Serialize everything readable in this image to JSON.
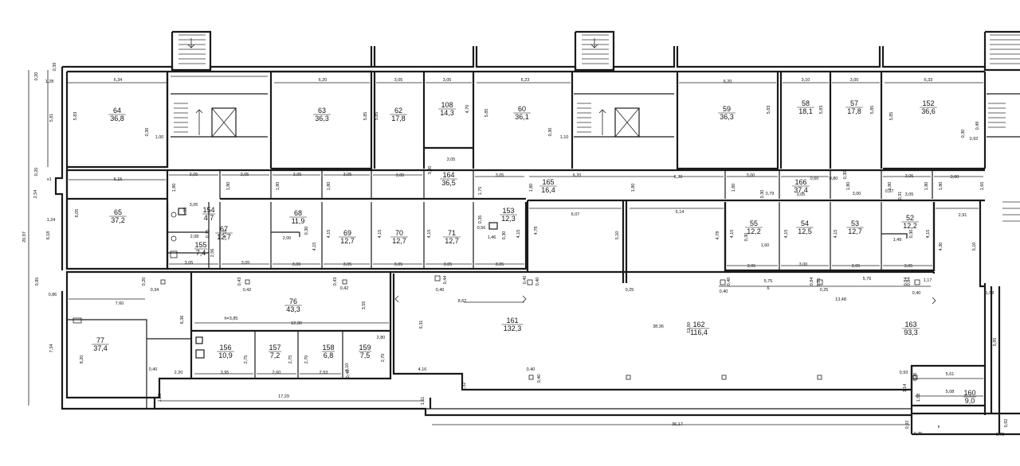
{
  "plan": {
    "rooms": [
      {
        "num": "64",
        "area": "36,8"
      },
      {
        "num": "63",
        "area": "36,3"
      },
      {
        "num": "62",
        "area": "17,8"
      },
      {
        "num": "108",
        "area": "14,3"
      },
      {
        "num": "60",
        "area": "36,1"
      },
      {
        "num": "59",
        "area": "36,3"
      },
      {
        "num": "58",
        "area": "18,1"
      },
      {
        "num": "57",
        "area": "17,8"
      },
      {
        "num": "152",
        "area": "36,6"
      },
      {
        "num": "65",
        "area": "37,2"
      },
      {
        "num": "164",
        "area": "36,5"
      },
      {
        "num": "165",
        "area": "16,4"
      },
      {
        "num": "166",
        "area": "37,4"
      },
      {
        "num": "154",
        "area": "4,7"
      },
      {
        "num": "155",
        "area": "7,4"
      },
      {
        "num": "67",
        "area": "12,7"
      },
      {
        "num": "68",
        "area": "11,9"
      },
      {
        "num": "69",
        "area": "12,7"
      },
      {
        "num": "70",
        "area": "12,7"
      },
      {
        "num": "71",
        "area": "12,7"
      },
      {
        "num": "153",
        "area": "12,3"
      },
      {
        "num": "55",
        "area": "12,2"
      },
      {
        "num": "54",
        "area": "12,5"
      },
      {
        "num": "53",
        "area": "12,7"
      },
      {
        "num": "52",
        "area": "12,2"
      },
      {
        "num": "76",
        "area": "43,3"
      },
      {
        "num": "77",
        "area": "37,4"
      },
      {
        "num": "156",
        "area": "10,9"
      },
      {
        "num": "157",
        "area": "7,2"
      },
      {
        "num": "158",
        "area": "6,8"
      },
      {
        "num": "159",
        "area": "7,5"
      },
      {
        "num": "161",
        "area": "132,3"
      },
      {
        "num": "162",
        "area": "116,4"
      },
      {
        "num": "163",
        "area": "93,3"
      },
      {
        "num": "160",
        "area": "9,0"
      }
    ],
    "dims": {
      "d_0_20a": "0,20",
      "d_0_39": "0,39",
      "d_1_28": "1,28",
      "d_6_34": "6,34",
      "d_5_81": "5,81",
      "d_5_83": "5,83",
      "d_0_30a": "0,30",
      "d_1_00": "1,00",
      "d_6_20a": "6,20",
      "d_5_85a": "5,85",
      "d_3_05a": "3,05",
      "d_5_85b": "5,85",
      "d_3_05b": "3,05",
      "d_4_70": "4,70",
      "d_6_23": "6,23",
      "d_5_85c": "5,85",
      "d_0_30b": "0,30",
      "d_1_10": "1,10",
      "d_6_20b": "6,20",
      "d_5_83b": "5,83",
      "d_3_10": "3,10",
      "d_5_83c": "5,83",
      "d_3_00a": "3,00",
      "d_5_85d": "5,85",
      "d_6_33": "6,33",
      "d_5_85e": "5,85",
      "d_0_49": "0,49",
      "d_0_30c": "0,30",
      "d_0_92": "0,92",
      "d_0_20b": "0,20",
      "d_k1": "к1",
      "d_6_15": "6,15",
      "d_2_54": "2,54",
      "d_1_24": "1,24",
      "d_6_05": "6,05",
      "d_6_18": "6,18",
      "d_20_97": "20,97",
      "d_3_05c": "3,05",
      "d_1_80a": "1,80",
      "d_3_05d": "3,05",
      "d_1_80b": "1,80",
      "d_3_05e": "3,05",
      "d_1_80c": "1,80",
      "d_3_05f": "3,05",
      "d_1_80d": "1,80",
      "d_3_05g": "3,05",
      "d_3_05h": "3,05",
      "d_3_05i": "3,05",
      "d_1_75": "1,75",
      "d_3_05j": "3,05",
      "d_1_80e": "1,80",
      "d_6_20c": "6,20",
      "d_1_80f": "1,80",
      "d_6_20d": "6,20",
      "d_1_80g": "1,80",
      "d_3_00b": "3,00",
      "d_0_79": "0,79",
      "d_0_30d": "0,30",
      "d_3_05k": "3,05",
      "d_0_60": "0,60",
      "d_0_80a": "0,80",
      "d_0_30e": "0,30",
      "d_1_80h": "1,80",
      "d_3_05l": "3,05",
      "d_1_80i": "1,80",
      "d_3_00c": "3,00",
      "d_0_87": "0,87",
      "d_3_00d": "3,00",
      "d_0_31": "0,31",
      "d_1_80j": "1,80",
      "d_3_05m": "3,05",
      "d_1_80k": "1,80",
      "d_1_65": "1,65",
      "d_3_05n": "3,05",
      "d_1_53": "1,53",
      "d_2_08": "2,08",
      "d_0_25a": "0,25",
      "d_2_56": "2,56",
      "d_3_05o": "3,05",
      "d_4_15a": "4,15",
      "d_3_05p": "3,05",
      "d_2_00": "2,00",
      "d_0_30f": "0,30",
      "d_3_00e": "3,00",
      "d_4_15b": "4,15",
      "d_3_05q": "3,05",
      "d_4_15c": "4,15",
      "d_3_05r": "3,05",
      "d_4_15d": "4,15",
      "d_3_05s": "3,05",
      "d_4_15e": "4,15",
      "d_0_35": "0,35",
      "d_0_56": "0,56",
      "d_1_46": "1,46",
      "d_0_30g": "0,30",
      "d_3_05t": "3,05",
      "d_4_15f": "4,15",
      "d_6_07": "6,07",
      "d_4_78": "4,78",
      "d_5_10a": "5,10",
      "d_6_14": "6,14",
      "d_4_78b": "4,78",
      "d_0_30h": "0,30",
      "d_1_60": "1,60",
      "d_3_05u": "3,05",
      "d_4_15g": "4,15",
      "d_3_00f": "3,00",
      "d_4_15h": "4,15",
      "d_3_05v": "3,05",
      "d_4_15i": "4,15",
      "d_1_49": "1,49",
      "d_0_30i": "0,30",
      "d_3_05w": "3,05",
      "d_4_15j": "4,15",
      "d_2_91": "2,91",
      "d_4_30": "4,30",
      "d_5_10b": "5,10",
      "d_0_85": "0,85",
      "d_0_86": "0,86",
      "d_0_20c": "0,20",
      "d_0_34": "0,34",
      "d_7_60": "7,60",
      "d_6_36": "6,36",
      "d_0_43a": "0,43",
      "d_0_42a": "0,42",
      "d_0_43b": "0,43",
      "d_0_42b": "0,42",
      "d_3_55": "3,55",
      "d_h": "h=3,85",
      "d_12_30": "12,30",
      "d_7_34": "7,34",
      "d_8_20": "8,20",
      "d_0_40a": "0,40",
      "d_2_20": "2,20",
      "d_3_95": "3,95",
      "d_2_75a": "2,75",
      "d_2_60": "2,60",
      "d_2_75b": "2,75",
      "d_2_53": "2,53",
      "d_2_70a": "2,70",
      "d_0_10": "0,10",
      "d_0_40b": "0,40",
      "d_2_70b": "2,70",
      "d_2_80": "2,80",
      "d_1_20": "1,20",
      "d_17_29": "17,29",
      "d_1_61": "1,61",
      "d_0_44": "0,44",
      "d_0_40c": "0,40",
      "d_0_40d": "0,40",
      "d_0_40e": "0,40",
      "d_8_62": "8,62",
      "d_6_31": "6,31",
      "d_4_16": "4,16",
      "d_1_32": "1,32",
      "d_0_40f": "0,40",
      "d_0_40g": "0,40",
      "d_0_25b": "0,25",
      "d_38_36": "38,36",
      "d_12_80": "12,80",
      "d_0_40h": "0,40",
      "d_0_40i": "0,40",
      "d_0_25c": "0,25",
      "d_0_84a": "0,84",
      "d_5_75": "5,75",
      "d_6": "6",
      "d_0_25d": "0,25",
      "d_0_84b": "0,84",
      "d_5_76": "5,76",
      "d_13_48": "13,48",
      "d_0_84c": "0,84",
      "d_1_17": "1,17",
      "d_0_40j": "0,40",
      "d_1_58": "1,58",
      "d_5_95": "5,95",
      "d_0_93": "0,93",
      "d_0_20d": "0,20",
      "d_5_61": "5,61",
      "d_1_14": "1,14",
      "d_1_58b": "1,58",
      "d_5_08": "5,08",
      "d_36_17": "36,17",
      "d_0_92b": "0,92",
      "d_0_75a": "0,75",
      "d_k": "к",
      "d_0_92c": "0,92",
      "d_0_75b": "0,75"
    }
  }
}
